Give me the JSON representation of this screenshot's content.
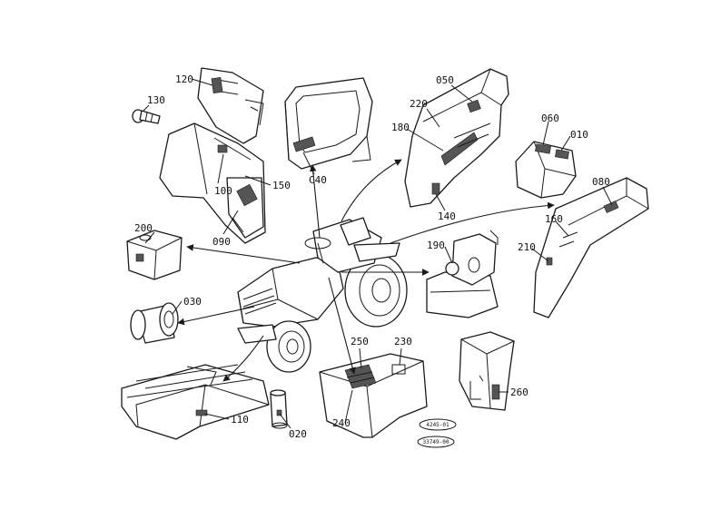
{
  "labels": {
    "p120": "120",
    "p130": "130",
    "p100": "100",
    "p150": "150",
    "p090": "090",
    "pC40": "C40",
    "p050": "050",
    "p220": "220",
    "p180": "180",
    "p140": "140",
    "p060": "060",
    "p010": "010",
    "p080": "080",
    "p160": "160",
    "p210": "210",
    "p190": "190",
    "p200": "200",
    "p030": "030",
    "p110": "110",
    "p020": "020",
    "p250": "250",
    "p230": "230",
    "p240": "240",
    "p260": "260"
  },
  "stamps": {
    "s1": "4245-01",
    "s2": "33749-00"
  }
}
